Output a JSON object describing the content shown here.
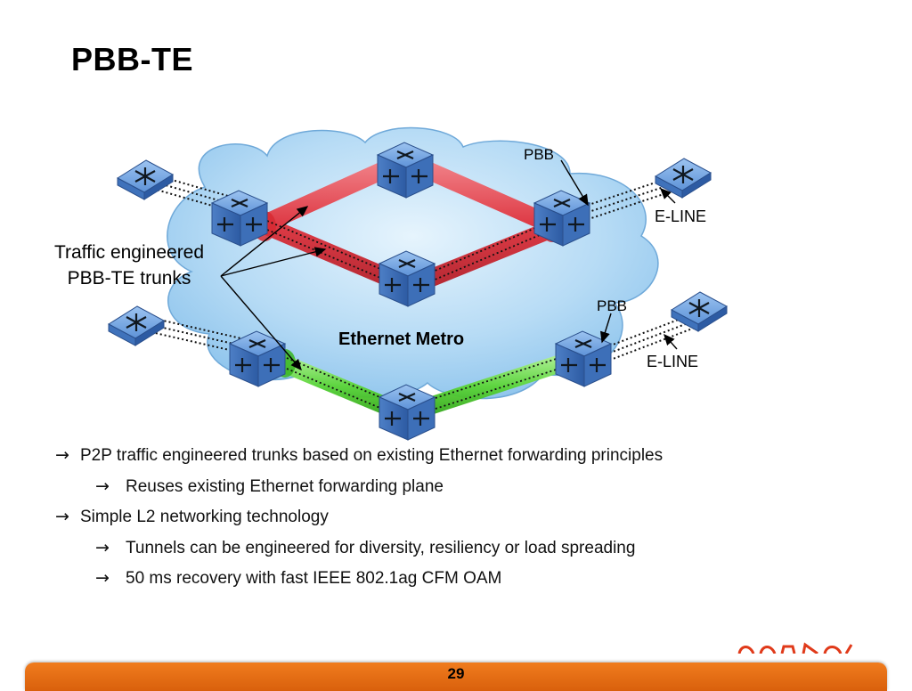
{
  "slide": {
    "title": "PBB-TE",
    "page_number": "29"
  },
  "diagram": {
    "cloud_label": "Ethernet Metro",
    "trunks_label_line1": "Traffic engineered",
    "trunks_label_line2": "PBB-TE trunks",
    "top_pbb_label": "PBB",
    "top_eline_label": "E-LINE",
    "bottom_pbb_label": "PBB",
    "bottom_eline_label": "E-LINE",
    "colors": {
      "red_trunk": "#e0303a",
      "green_trunk": "#5ed63a",
      "cloud": "#a9d3f2",
      "switch": "#4f86d1",
      "footer": "#e8701a"
    }
  },
  "bullets": [
    {
      "level": 1,
      "arrow": "→",
      "text": "P2P traffic engineered trunks based on existing Ethernet forwarding principles"
    },
    {
      "level": 2,
      "arrow": "→",
      "text": "Reuses existing Ethernet forwarding plane"
    },
    {
      "level": 1,
      "arrow": "→",
      "text": "Simple L2 networking technology"
    },
    {
      "level": 2,
      "arrow": "→",
      "text": "Tunnels can be engineered for diversity, resiliency or load spreading"
    },
    {
      "level": 2,
      "arrow": "→",
      "text": "50 ms recovery with fast IEEE 802.1ag CFM OAM"
    }
  ]
}
